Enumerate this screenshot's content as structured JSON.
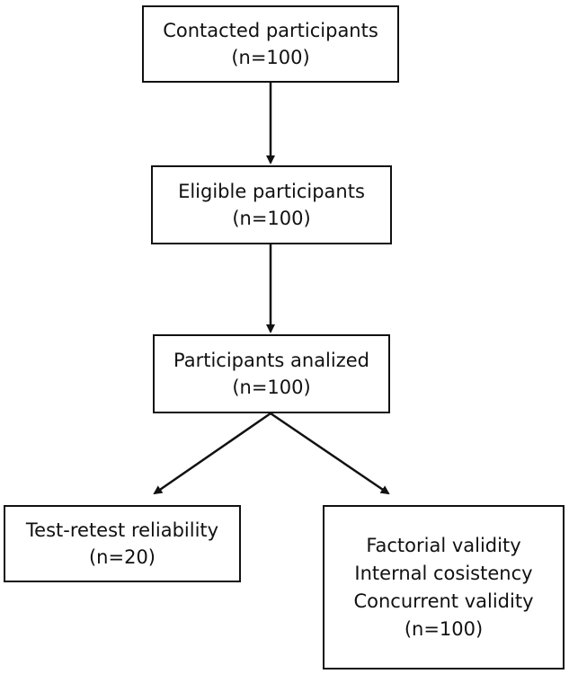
{
  "boxes": {
    "contacted": {
      "title": "Contacted participants",
      "count": "(n=100)"
    },
    "eligible": {
      "title": "Eligible participants",
      "count": "(n=100)"
    },
    "analized": {
      "title": "Participants analized",
      "count": "(n=100)"
    },
    "retest": {
      "title": "Test-retest reliability",
      "count": "(n=20)"
    },
    "validity": {
      "line1": "Factorial validity",
      "line2": "Internal cosistency",
      "line3": "Concurrent validity",
      "count": "(n=100)"
    }
  },
  "colors": {
    "stroke": "#111111",
    "background": "#ffffff"
  }
}
